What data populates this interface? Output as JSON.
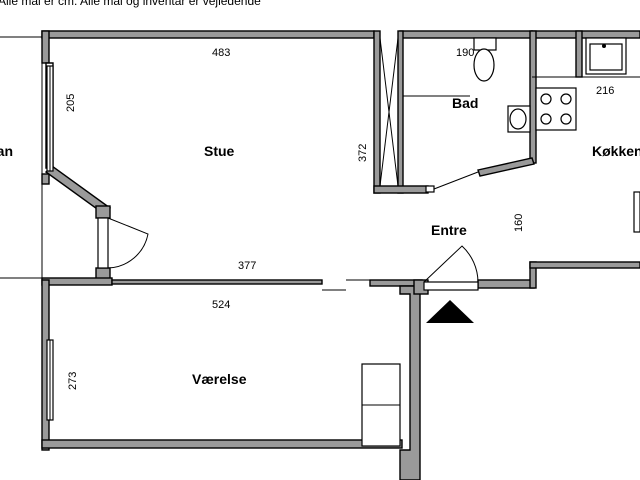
{
  "caption": "Alle mål er cm. Alle mål og inventar er vejledende",
  "rooms": {
    "stue": "Stue",
    "bad": "Bad",
    "koekken": "Køkken",
    "entre": "Entre",
    "vaerelse": "Værelse",
    "altan": "Altan"
  },
  "dimensions": {
    "stue_width": "483",
    "stue_window": "205",
    "stue_depth": "372",
    "bad_width": "190",
    "koekken_width": "216",
    "entre_depth": "160",
    "stue_lower_width": "377",
    "vaerelse_width": "524",
    "vaerelse_depth": "273"
  },
  "icons": {
    "entrance": "entrance-triangle-icon"
  }
}
